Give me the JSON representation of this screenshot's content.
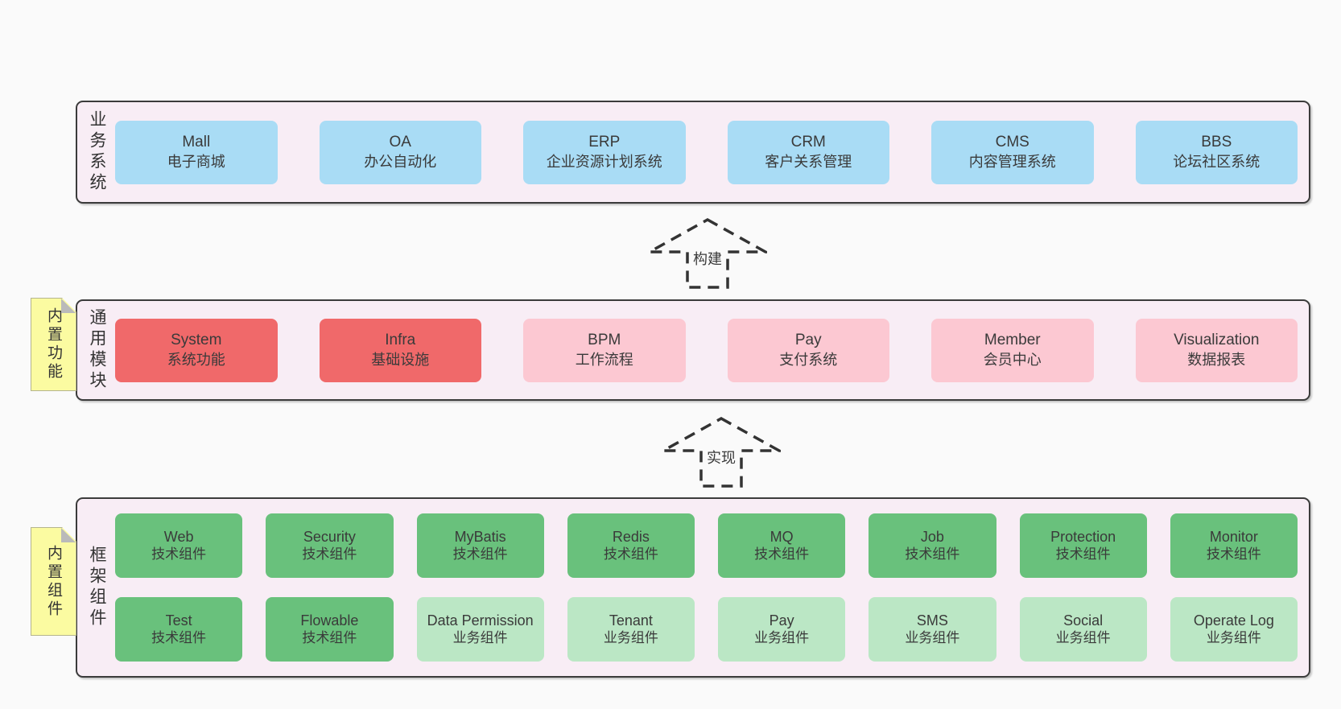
{
  "colors": {
    "page_background": "#fafafa",
    "band_fill": "#f8edf5",
    "band_border": "#3b3b3b",
    "blue_box": "#a9dcf5",
    "red_box": "#f0696a",
    "pink_box": "#fcc8d2",
    "green_box": "#69c17c",
    "light_green_box": "#bbe7c5",
    "sticky_note": "#fbfba1",
    "text": "#3a3a3a"
  },
  "arrows": [
    {
      "label": "构建"
    },
    {
      "label": "实现"
    }
  ],
  "bands": [
    {
      "label": "业务系统",
      "rows": [
        [
          {
            "title": "Mall",
            "subtitle": "电子商城",
            "variant": "blue"
          },
          {
            "title": "OA",
            "subtitle": "办公自动化",
            "variant": "blue"
          },
          {
            "title": "ERP",
            "subtitle": "企业资源计划系统",
            "variant": "blue"
          },
          {
            "title": "CRM",
            "subtitle": "客户关系管理",
            "variant": "blue"
          },
          {
            "title": "CMS",
            "subtitle": "内容管理系统",
            "variant": "blue"
          },
          {
            "title": "BBS",
            "subtitle": "论坛社区系统",
            "variant": "blue"
          }
        ]
      ]
    },
    {
      "label": "通用模块",
      "sticky": "内置功能",
      "rows": [
        [
          {
            "title": "System",
            "subtitle": "系统功能",
            "variant": "red"
          },
          {
            "title": "Infra",
            "subtitle": "基础设施",
            "variant": "red"
          },
          {
            "title": "BPM",
            "subtitle": "工作流程",
            "variant": "pink"
          },
          {
            "title": "Pay",
            "subtitle": "支付系统",
            "variant": "pink"
          },
          {
            "title": "Member",
            "subtitle": "会员中心",
            "variant": "pink"
          },
          {
            "title": "Visualization",
            "subtitle": "数据报表",
            "variant": "pink"
          }
        ]
      ]
    },
    {
      "label": "框架组件",
      "sticky": "内置组件",
      "rows": [
        [
          {
            "title": "Web",
            "subtitle": "技术组件",
            "variant": "green"
          },
          {
            "title": "Security",
            "subtitle": "技术组件",
            "variant": "green"
          },
          {
            "title": "MyBatis",
            "subtitle": "技术组件",
            "variant": "green"
          },
          {
            "title": "Redis",
            "subtitle": "技术组件",
            "variant": "green"
          },
          {
            "title": "MQ",
            "subtitle": "技术组件",
            "variant": "green"
          },
          {
            "title": "Job",
            "subtitle": "技术组件",
            "variant": "green"
          },
          {
            "title": "Protection",
            "subtitle": "技术组件",
            "variant": "green"
          },
          {
            "title": "Monitor",
            "subtitle": "技术组件",
            "variant": "green"
          }
        ],
        [
          {
            "title": "Test",
            "subtitle": "技术组件",
            "variant": "green"
          },
          {
            "title": "Flowable",
            "subtitle": "技术组件",
            "variant": "green"
          },
          {
            "title": "Data Permission",
            "subtitle": "业务组件",
            "variant": "lgreen"
          },
          {
            "title": "Tenant",
            "subtitle": "业务组件",
            "variant": "lgreen"
          },
          {
            "title": "Pay",
            "subtitle": "业务组件",
            "variant": "lgreen"
          },
          {
            "title": "SMS",
            "subtitle": "业务组件",
            "variant": "lgreen"
          },
          {
            "title": "Social",
            "subtitle": "业务组件",
            "variant": "lgreen"
          },
          {
            "title": "Operate Log",
            "subtitle": "业务组件",
            "variant": "lgreen"
          }
        ]
      ]
    }
  ]
}
